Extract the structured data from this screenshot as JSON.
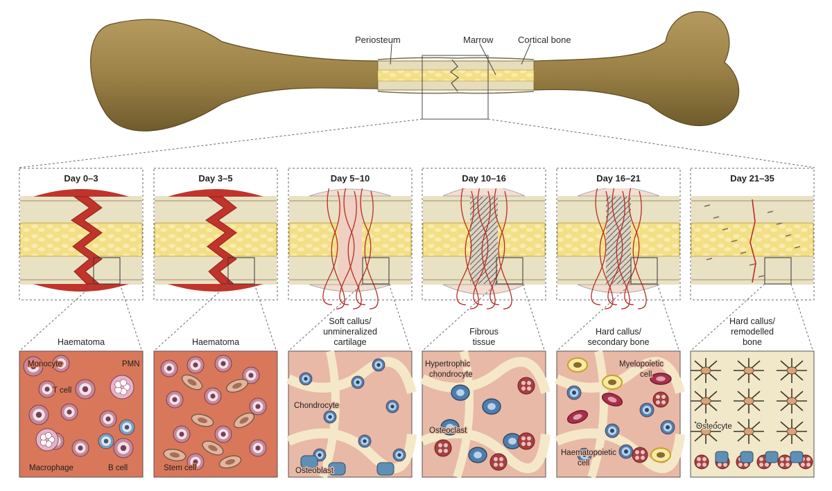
{
  "bone_labels": {
    "periosteum": "Periosteum",
    "marrow": "Marrow",
    "cortical_bone": "Cortical bone"
  },
  "stages": [
    {
      "day": "Day 0–3",
      "caption": [
        "Haematoma"
      ],
      "cells": [
        "Monocyte",
        "PMN",
        "T cell",
        "Macrophage",
        "B cell"
      ]
    },
    {
      "day": "Day 3–5",
      "caption": [
        "Haematoma"
      ],
      "cells": [
        "Stem cell"
      ]
    },
    {
      "day": "Day 5–10",
      "caption": [
        "Soft callus/",
        "unmineralized",
        "cartilage"
      ],
      "cells": [
        "Chondrocyte",
        "Osteoblast"
      ]
    },
    {
      "day": "Day 10–16",
      "caption": [
        "Fibrous",
        "tissue"
      ],
      "cells": [
        "Hypertrophic",
        "chondrocyte",
        "Osteoclast"
      ]
    },
    {
      "day": "Day 16–21",
      "caption": [
        "Hard callus/",
        "secondary bone"
      ],
      "cells": [
        "Myelopoietic",
        "cell",
        "Haematopoietic",
        "cell"
      ]
    },
    {
      "day": "Day 21–35",
      "caption": [
        "Hard callus/",
        "remodelled",
        "bone"
      ],
      "cells": [
        "Osteocyte"
      ]
    }
  ],
  "colors": {
    "bone_outer": "#8a7540",
    "bone_shaft": "#e9e1c4",
    "marrow": "#f1dc7c",
    "haematoma": "#c0342b",
    "panel_bg_early": "#d9775a",
    "panel_bg_callus": "#e8b9a6",
    "panel_bg_final": "#f1e7c9"
  }
}
